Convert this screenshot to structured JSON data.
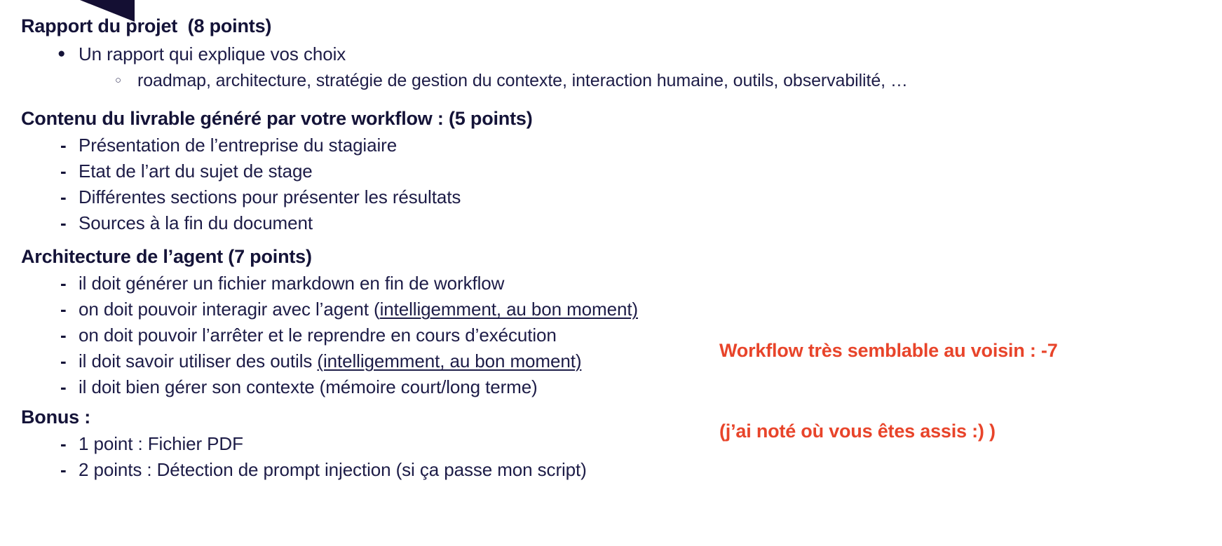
{
  "colors": {
    "background": "#ffffff",
    "text_navy": "#141338",
    "body_navy": "#1d1c47",
    "accent_orange": "#e8442a",
    "decoration_navy": "#140f33"
  },
  "decoration": {
    "shape_name": "corner-triangle"
  },
  "sections": [
    {
      "id": "rapport",
      "heading": "Rapport du projet  (8 points)",
      "items": [
        {
          "marker": "●",
          "marker_type": "disc",
          "text": "Un rapport qui explique vos choix"
        },
        {
          "marker": "○",
          "marker_type": "circle",
          "text": "roadmap, architecture, stratégie de gestion du contexte, interaction humaine, outils, observabilité, …"
        }
      ]
    },
    {
      "id": "contenu",
      "heading": "Contenu du livrable généré par votre workflow : (5 points)",
      "items": [
        {
          "marker": "-",
          "marker_type": "dash",
          "text": "Présentation de l’entreprise du stagiaire"
        },
        {
          "marker": "-",
          "marker_type": "dash",
          "text": "Etat de l’art du sujet de stage"
        },
        {
          "marker": "-",
          "marker_type": "dash",
          "text": "Différentes sections pour présenter les résultats"
        },
        {
          "marker": "-",
          "marker_type": "dash",
          "text": "Sources à la fin du document"
        }
      ]
    },
    {
      "id": "architecture",
      "heading": "Architecture de l’agent (7 points)",
      "items": [
        {
          "marker": "-",
          "marker_type": "dash",
          "text": "il doit générér un fichier markdown en fin de workflow"
        },
        {
          "marker": "-",
          "marker_type": "dash",
          "pre": "on doit pouvoir interagir avec l’agent (",
          "underlined": "intelligemment, au bon moment)",
          "post": ""
        },
        {
          "marker": "-",
          "marker_type": "dash",
          "text": "on doit pouvoir l’arrêter et le reprendre en cours d’exécution"
        },
        {
          "marker": "-",
          "marker_type": "dash",
          "pre": "il doit savoir utiliser des outils ",
          "underlined": "(intelligemment, au bon moment)",
          "post": ""
        },
        {
          "marker": "-",
          "marker_type": "dash",
          "text": "il doit bien gérer son contexte (mémoire court/long terme)"
        }
      ]
    },
    {
      "id": "bonus",
      "heading": "Bonus :",
      "items": [
        {
          "marker": "-",
          "marker_type": "dash",
          "text": "1 point : Fichier PDF"
        },
        {
          "marker": "-",
          "marker_type": "dash",
          "text": "2 points : Détection de prompt injection (si ça passe mon script)"
        }
      ]
    }
  ],
  "annotation": {
    "line1": "Workflow très semblable au voisin : -7",
    "line2": "(j’ai noté où vous êtes assis :) )"
  },
  "item_text_overrides": {
    "architecture_0": "il doit générer un fichier markdown en fin de workflow"
  }
}
